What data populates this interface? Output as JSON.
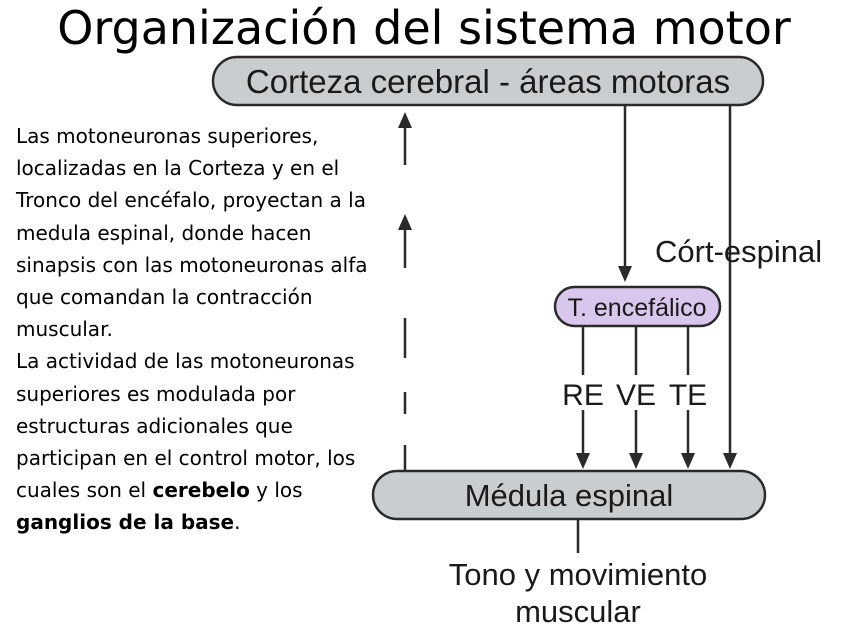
{
  "title": "Organización del sistema motor",
  "text": {
    "p1": "Las motoneuronas superiores, localizadas en la Corteza y en el Tronco del encéfalo, proyectan a la medula espinal, donde hacen sinapsis con las motoneuronas alfa que comandan la contracción muscular.",
    "p2_start": "La actividad de las motoneuronas superiores es modulada por estructuras adicionales que participan en el control motor, los cuales son el ",
    "p2_bold1": "cerebelo",
    "p2_mid": " y los ",
    "p2_bold2": "ganglios de la base",
    "p2_end": "."
  },
  "diagram": {
    "cortex_label": "Corteza cerebral - áreas motoras",
    "brainstem_label": "T. encefálico",
    "spinal_label": "Médula espinal",
    "corticospinal_label": "Córt-espinal",
    "tract_labels": [
      "RE",
      "VE",
      "TE"
    ],
    "output_line1": "Tono y movimiento",
    "output_line2": "muscular"
  },
  "colors": {
    "pill_gray": "#c9cdd0",
    "pill_purple": "#d9c6ec",
    "stroke": "#2a2a2a"
  }
}
